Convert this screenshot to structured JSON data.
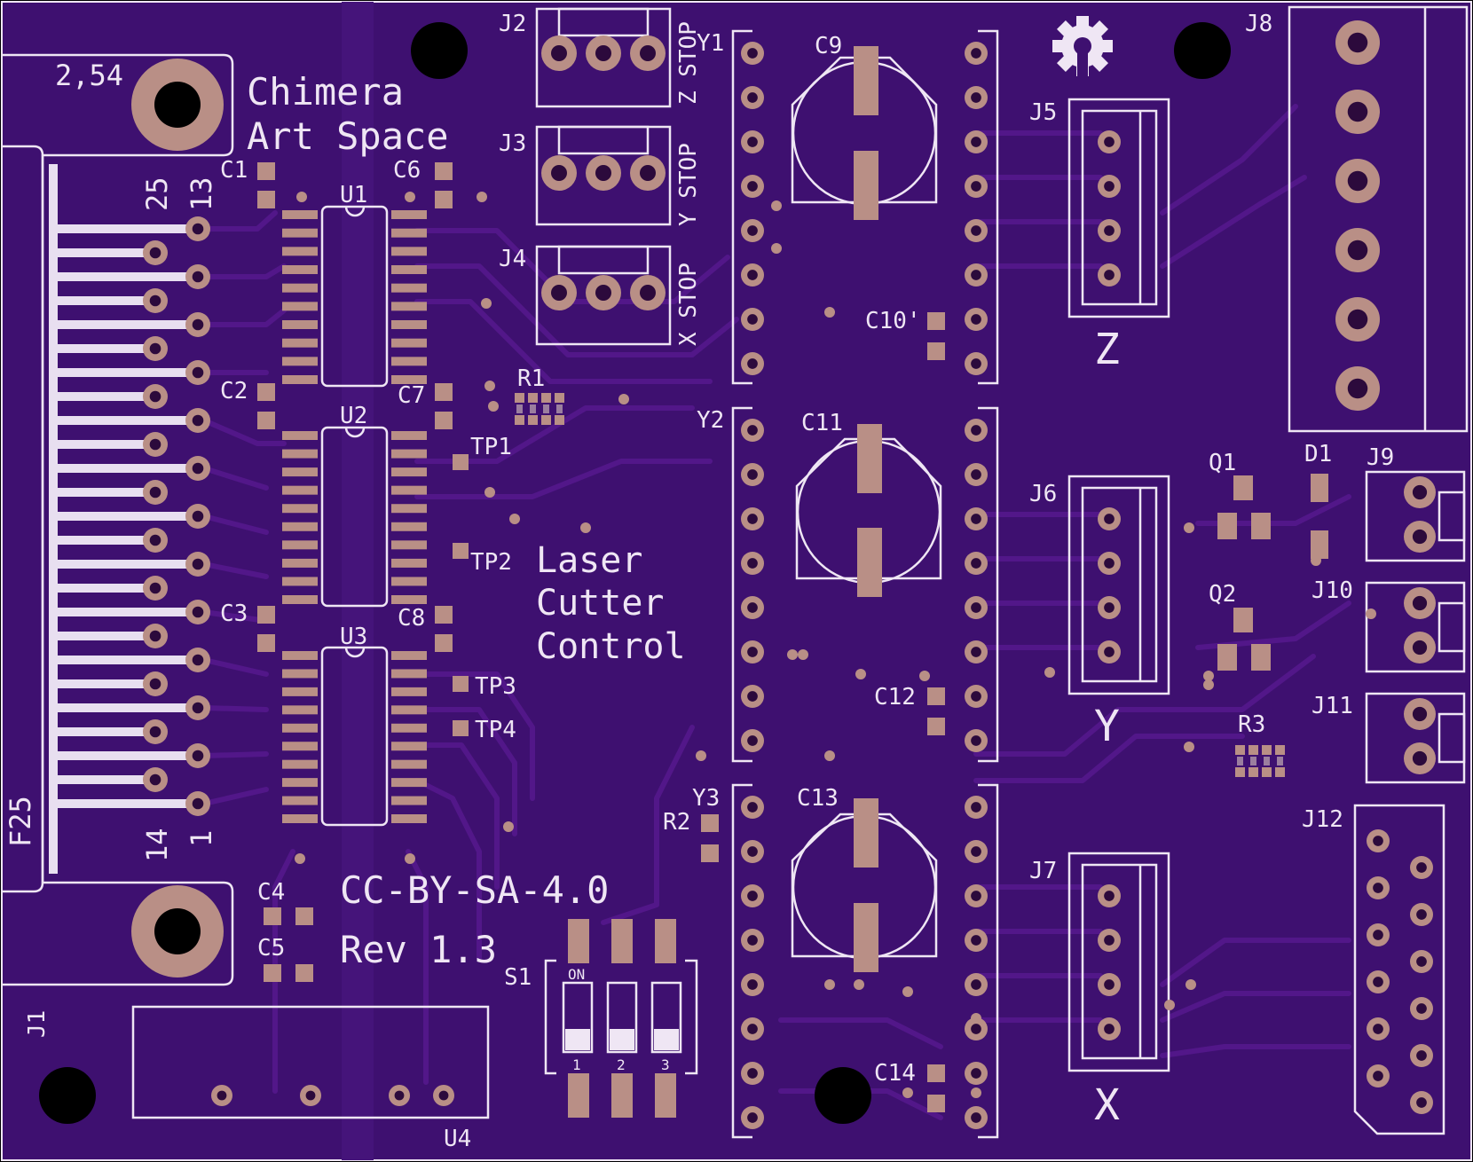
{
  "board": {
    "title_line1": "Chimera",
    "title_line2": "Art Space",
    "subtitle_line1": "Laser",
    "subtitle_line2": "Cutter",
    "subtitle_line3": "Control",
    "license": "CC-BY-SA-4.0",
    "revision": "Rev 1.3",
    "pitch_label": "2,54",
    "connector_name": "F25",
    "pin_labels": {
      "p25": "25",
      "p13": "13",
      "p14": "14",
      "p1": "1"
    },
    "dip_on": "ON",
    "dip_numbers": [
      "1",
      "2",
      "3"
    ],
    "axis_labels": {
      "z": "Z",
      "y": "Y",
      "x": "X"
    },
    "stop_labels": {
      "j2": "Z STOP",
      "j3": "Y STOP",
      "j4": "X STOP"
    }
  },
  "refs": {
    "J1": "J1",
    "J2": "J2",
    "J3": "J3",
    "J4": "J4",
    "J5": "J5",
    "J6": "J6",
    "J7": "J7",
    "J8": "J8",
    "J9": "J9",
    "J10": "J10",
    "J11": "J11",
    "J12": "J12",
    "U1": "U1",
    "U2": "U2",
    "U3": "U3",
    "U4": "U4",
    "C1": "C1",
    "C2": "C2",
    "C3": "C3",
    "C4": "C4",
    "C5": "C5",
    "C6": "C6",
    "C7": "C7",
    "C8": "C8",
    "C9": "C9",
    "C10": "C10'",
    "C11": "C11",
    "C12": "C12",
    "C13": "C13",
    "C14": "C14",
    "R1": "R1",
    "R2": "R2",
    "R3": "R3",
    "TP1": "TP1",
    "TP2": "TP2",
    "TP3": "TP3",
    "TP4": "TP4",
    "Y1": "Y1",
    "Y2": "Y2",
    "Y3": "Y3",
    "Q1": "Q1",
    "Q2": "Q2",
    "D1": "D1",
    "S1": "S1"
  },
  "colors": {
    "board": "#3e1070",
    "silkscreen": "#efe6f4",
    "pad": "#b98f86",
    "trace": "#521789",
    "background": "#000000"
  }
}
